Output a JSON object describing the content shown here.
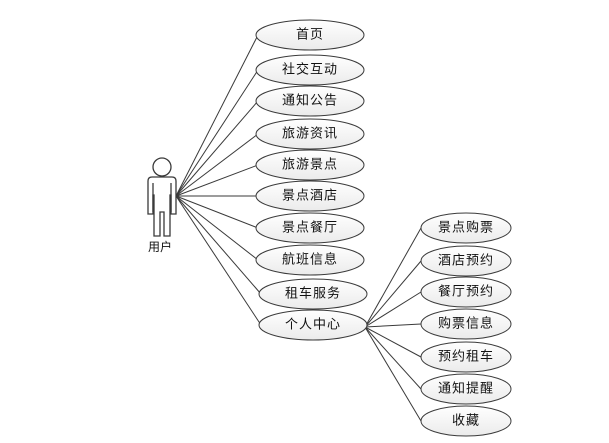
{
  "diagram": {
    "actor": {
      "id": "user",
      "label": "用户"
    },
    "use_cases": [
      {
        "id": "home",
        "label": "首页"
      },
      {
        "id": "social",
        "label": "社交互动"
      },
      {
        "id": "notice",
        "label": "通知公告"
      },
      {
        "id": "travel-news",
        "label": "旅游资讯"
      },
      {
        "id": "scenic-spots",
        "label": "旅游景点"
      },
      {
        "id": "scenic-hotel",
        "label": "景点酒店"
      },
      {
        "id": "scenic-restaurant",
        "label": "景点餐厅"
      },
      {
        "id": "flights",
        "label": "航班信息"
      },
      {
        "id": "car-rental",
        "label": "租车服务"
      },
      {
        "id": "personal-center",
        "label": "个人中心"
      },
      {
        "id": "ticket-purchase",
        "label": "景点购票"
      },
      {
        "id": "hotel-booking",
        "label": "酒店预约"
      },
      {
        "id": "restaurant-booking",
        "label": "餐厅预约"
      },
      {
        "id": "ticket-info",
        "label": "购票信息"
      },
      {
        "id": "car-booking",
        "label": "预约租车"
      },
      {
        "id": "reminders",
        "label": "通知提醒"
      },
      {
        "id": "favorites",
        "label": "收藏"
      }
    ],
    "associations": [
      [
        "user",
        "home"
      ],
      [
        "user",
        "social"
      ],
      [
        "user",
        "notice"
      ],
      [
        "user",
        "travel-news"
      ],
      [
        "user",
        "scenic-spots"
      ],
      [
        "user",
        "scenic-hotel"
      ],
      [
        "user",
        "scenic-restaurant"
      ],
      [
        "user",
        "flights"
      ],
      [
        "user",
        "car-rental"
      ],
      [
        "user",
        "personal-center"
      ],
      [
        "personal-center",
        "ticket-purchase"
      ],
      [
        "personal-center",
        "hotel-booking"
      ],
      [
        "personal-center",
        "restaurant-booking"
      ],
      [
        "personal-center",
        "ticket-info"
      ],
      [
        "personal-center",
        "car-booking"
      ],
      [
        "personal-center",
        "reminders"
      ],
      [
        "personal-center",
        "favorites"
      ]
    ]
  }
}
